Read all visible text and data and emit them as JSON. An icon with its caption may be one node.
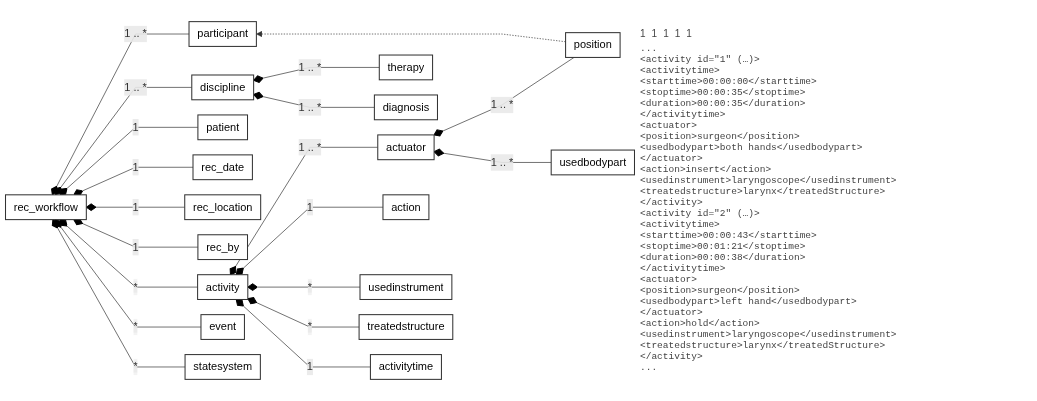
{
  "diagram": {
    "nodes": [
      {
        "text": [
          "position"
        ]
      },
      {
        "text": [
          "participant"
        ]
      },
      {
        "text": [
          "rec_workflow"
        ]
      },
      {
        "text": [
          "usedbodypart"
        ]
      },
      {
        "text": [
          "therapy"
        ]
      },
      {
        "text": [
          "discipline"
        ]
      },
      {
        "text": [
          "actuator"
        ]
      },
      {
        "text": [
          "diagnosis"
        ]
      },
      {
        "text": [
          "patient"
        ]
      },
      {
        "text": [
          "activity"
        ]
      },
      {
        "text": [
          "action"
        ]
      },
      {
        "text": [
          "rec_date"
        ]
      },
      {
        "text": [
          "usedinstrument"
        ]
      },
      {
        "text": [
          "rec_location"
        ]
      },
      {
        "text": [
          "event"
        ]
      },
      {
        "text": [
          "treatedstructure"
        ]
      },
      {
        "text": [
          "rec_by"
        ]
      },
      {
        "text": [
          "statesystem"
        ]
      },
      {
        "text": [
          "activitytime"
        ]
      }
    ],
    "edges": [
      {
        "from": 0,
        "to": 1,
        "arrow": "to",
        "style": "dashed"
      },
      {
        "from": 4,
        "to": 5,
        "arrow": "other",
        "label": "1 .. *"
      },
      {
        "from": 7,
        "to": 5,
        "arrow": "other",
        "label": "1 .. *"
      },
      {
        "from": 1,
        "to": 2,
        "arrow": "other",
        "label": "1 .. *"
      },
      {
        "from": 5,
        "to": 2,
        "arrow": "other",
        "label": "1 .. *"
      },
      {
        "from": 8,
        "to": 2,
        "arrow": "other",
        "label": "1"
      },
      {
        "from": 11,
        "to": 2,
        "arrow": "other",
        "label": "1"
      },
      {
        "from": 13,
        "to": 2,
        "arrow": "other",
        "label": "1"
      },
      {
        "from": 16,
        "to": 2,
        "arrow": "other",
        "label": "1"
      },
      {
        "from": 9,
        "to": 2,
        "arrow": "other",
        "label": "*"
      },
      {
        "from": 14,
        "to": 2,
        "arrow": "other",
        "label": "*"
      },
      {
        "from": 17,
        "to": 2,
        "arrow": "other",
        "label": "*"
      },
      {
        "from": 0,
        "to": 6,
        "arrow": "other",
        "label": "1 .. *"
      },
      {
        "from": 3,
        "to": 6,
        "arrow": "other",
        "label": "1 .. *"
      },
      {
        "from": 6,
        "to": 9,
        "arrow": "other",
        "label": "1 .. *"
      },
      {
        "from": 10,
        "to": 9,
        "arrow": "other",
        "label": "1"
      },
      {
        "from": 12,
        "to": 9,
        "arrow": "other",
        "label": "*"
      },
      {
        "from": 15,
        "to": 9,
        "arrow": "other",
        "label": "*"
      },
      {
        "from": 18,
        "to": 9,
        "arrow": "other",
        "label": "1"
      }
    ],
    "labels": [
      "1",
      "1",
      "1",
      "1",
      "1",
      "...",
      "<activity id=\"1\" (…)>",
      "<activitytime>",
      "<starttime>00:00:00</starttime>",
      "<stoptime>00:00:35</stoptime>",
      "<duration>00:00:35</duration>",
      "</activitytime>",
      "<actuator>",
      "<position>surgeon</position>",
      "<usedbodypart>both hands</usedbodypart>",
      "</actuator>",
      "<action>insert</action>",
      "<usedinstrument>laryngoscope</usedinstrument>",
      "<treatedstructure>larynx</treatedStructure>",
      "</activity>",
      "<activity id=\"2\" (…)>",
      "<activitytime>",
      "<starttime>00:00:43</starttime>",
      "<stoptime>00:01:21</stoptime>",
      "<duration>00:00:38</duration>",
      "</activitytime>",
      "<actuator>",
      "<position>surgeon</position>",
      "<usedbodypart>left hand</usedbodypart>",
      "</actuator>",
      "<action>hold</action>",
      "<usedinstrument>laryngoscope</usedinstrument>",
      "<treatedstructure>larynx</treatedStructure>",
      "</activity>",
      "..."
    ]
  }
}
